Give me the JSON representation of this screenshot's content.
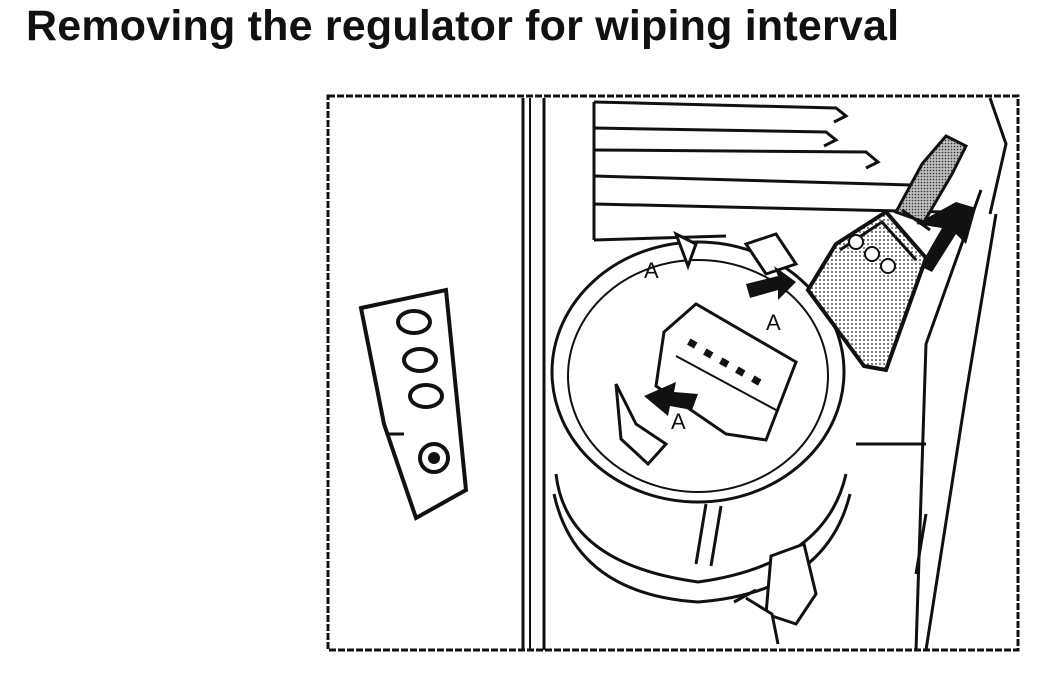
{
  "page": {
    "title": "Removing the regulator for wiping interval"
  },
  "figure": {
    "callout_labels": [
      "A",
      "A",
      "A"
    ],
    "colors": {
      "line": "#111111",
      "paper": "#ffffff",
      "shade": "#888888"
    }
  }
}
